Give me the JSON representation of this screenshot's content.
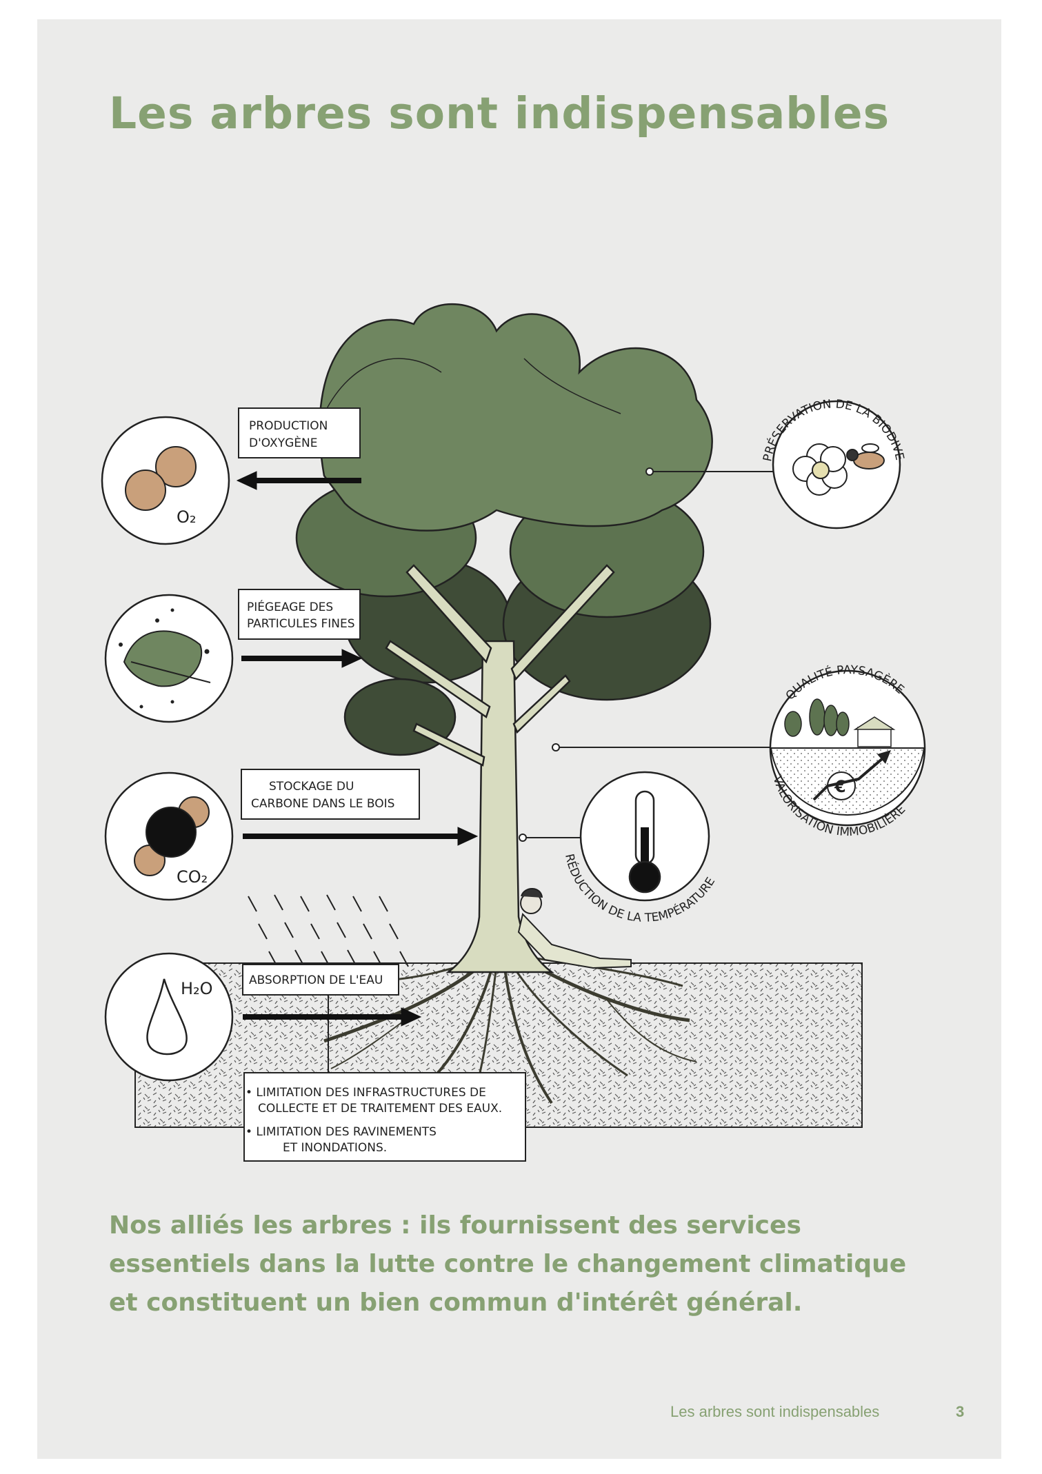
{
  "page": {
    "title": "Les arbres sont indispensables",
    "conclusion": "Nos alliés les arbres : ils fournissent des services essentiels dans la lutte contre le changement climatique et constituent un bien commun d'intérêt général.",
    "footer_title": "Les arbres sont indispensables",
    "page_number": "3"
  },
  "labels": {
    "oxygen": [
      "PRODUCTION",
      "D'OXYGÈNE"
    ],
    "particles": [
      "PIÉGEAGE DES",
      "PARTICULES FINES"
    ],
    "carbon": [
      "STOCKAGE DU",
      "CARBONE DANS LE BOIS"
    ],
    "water": "ABSORPTION DE L'EAU",
    "limitation_1": [
      "• LIMITATION DES INFRASTRUCTURES DE",
      "COLLECTE ET DE TRAITEMENT DES EAUX."
    ],
    "limitation_2": [
      "• LIMITATION DES RAVINEMENTS",
      "ET INONDATIONS."
    ]
  },
  "symbols": {
    "o2": "O₂",
    "co2": "CO₂",
    "h2o": "H₂O",
    "euro": "€"
  },
  "circles": {
    "biodiversity": "PRÉSERVATION DE LA BIODIVERSITÉ",
    "landscape_top": "QUALITÉ PAYSAGÈRE",
    "landscape_bottom": "VALORISATION IMMOBILIÈRE",
    "temperature": "RÉDUCTION DE LA TEMPÉRATURE"
  },
  "colors": {
    "accent_green": "#87a173",
    "foliage_light": "#6f8660",
    "foliage_mid": "#5d7350",
    "foliage_dark": "#3f4c37",
    "trunk": "#d8dcc0",
    "molecule_tan": "#c9a07b",
    "sheet": "#ebebea"
  }
}
